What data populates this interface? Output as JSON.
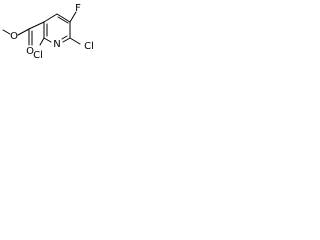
{
  "structure": {
    "atoms": {
      "carbonyl_oxygen": "O",
      "ester_oxygen": "O",
      "fluorine": "F",
      "ring_nitrogen": "N",
      "chlorine_top": "Cl",
      "chlorine_bottom": "Cl"
    },
    "colors": {
      "bond": "#000000",
      "label": "#000000",
      "background": "#ffffff"
    }
  }
}
